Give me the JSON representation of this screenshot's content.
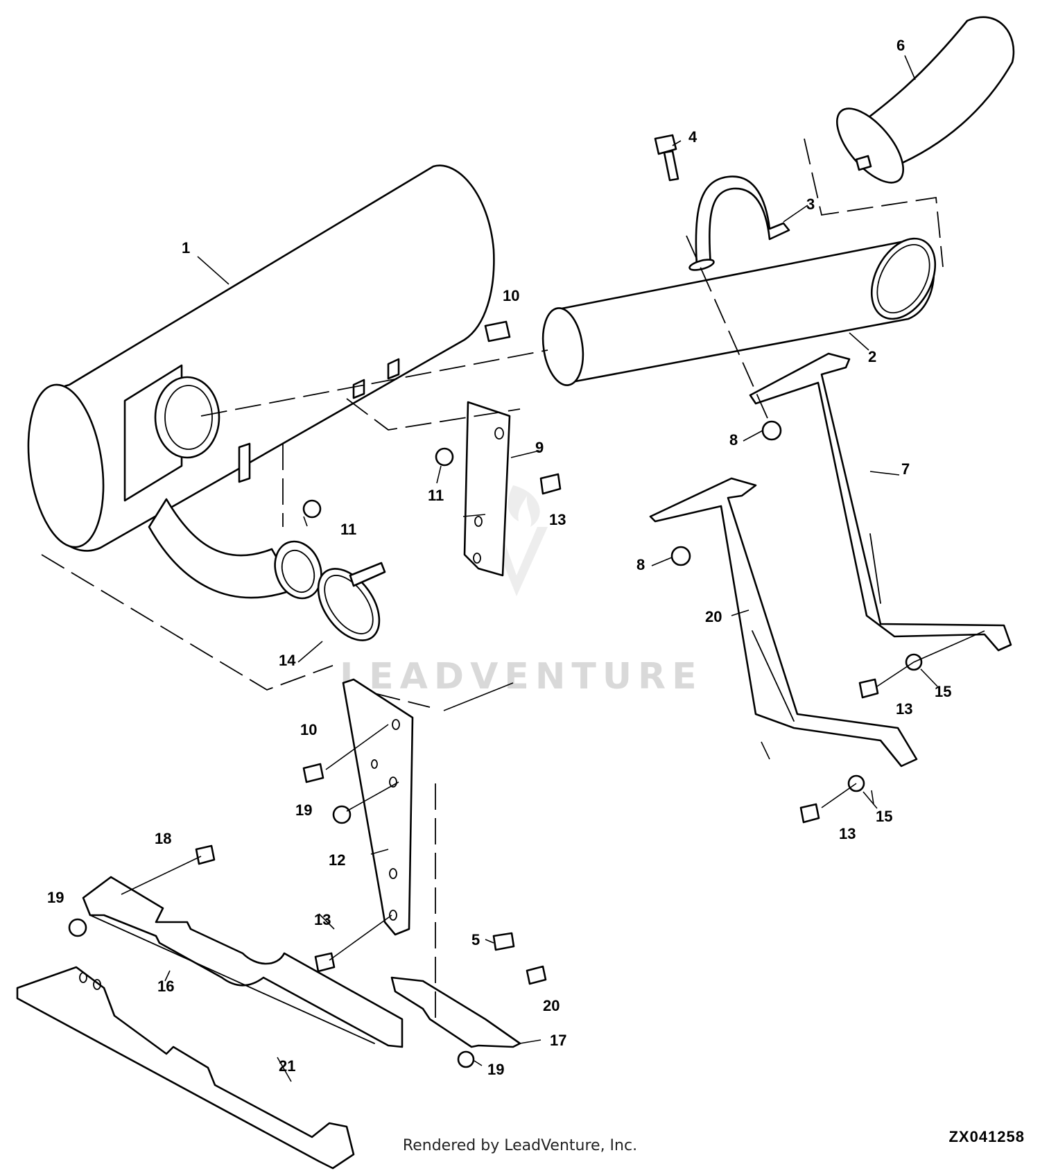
{
  "watermark": "LEADVENTURE",
  "footer": "Rendered by LeadVenture, Inc.",
  "drawing_id": "ZX041258",
  "callouts": {
    "c1": "1",
    "c2": "2",
    "c3": "3",
    "c4": "4",
    "c5": "5",
    "c6": "6",
    "c7": "7",
    "c8a": "8",
    "c8b": "8",
    "c9": "9",
    "c10a": "10",
    "c10b": "10",
    "c11a": "11",
    "c11b": "11",
    "c12": "12",
    "c13a": "13",
    "c13b": "13",
    "c13c": "13",
    "c13d": "13",
    "c14": "14",
    "c15a": "15",
    "c15b": "15",
    "c16": "16",
    "c17": "17",
    "c18": "18",
    "c19a": "19",
    "c19b": "19",
    "c19c": "19",
    "c20a": "20",
    "c20b": "20",
    "c21": "21"
  }
}
